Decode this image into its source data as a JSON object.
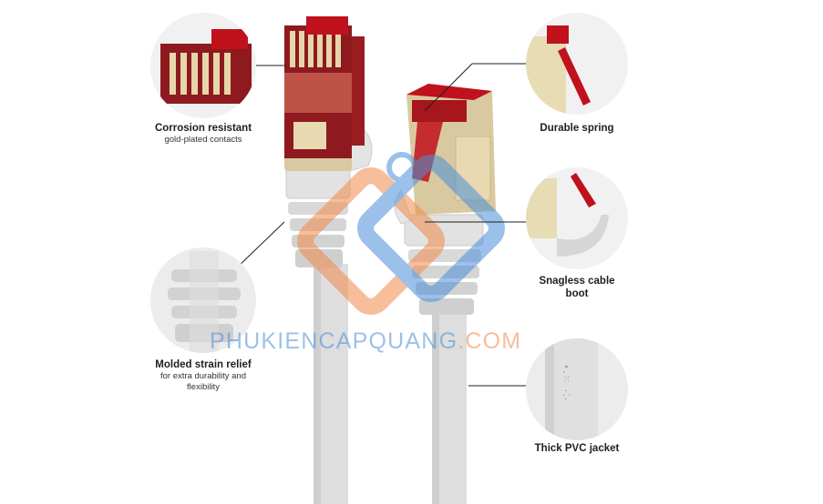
{
  "features": {
    "corrosion": {
      "title": "Corrosion resistant",
      "subtitle": "gold-plated contacts"
    },
    "spring": {
      "title": "Durable spring"
    },
    "strain": {
      "title": "Molded strain relief",
      "subtitle_line1": "for extra durability and",
      "subtitle_line2": "flexibility"
    },
    "boot": {
      "title_line1": "Snagless cable",
      "title_line2": "boot"
    },
    "jacket": {
      "title": "Thick PVC jacket"
    }
  },
  "watermark": {
    "main": "PHUKIENCAPQUANG",
    "suffix": ".COM"
  },
  "colors": {
    "cable": "#dcdcdc",
    "connector_red": "#c0111c",
    "gold": "#d9c9a0",
    "callout_line": "#1f1f1f",
    "wm_blue": "#4a90d9",
    "wm_orange": "#f08a4b"
  }
}
